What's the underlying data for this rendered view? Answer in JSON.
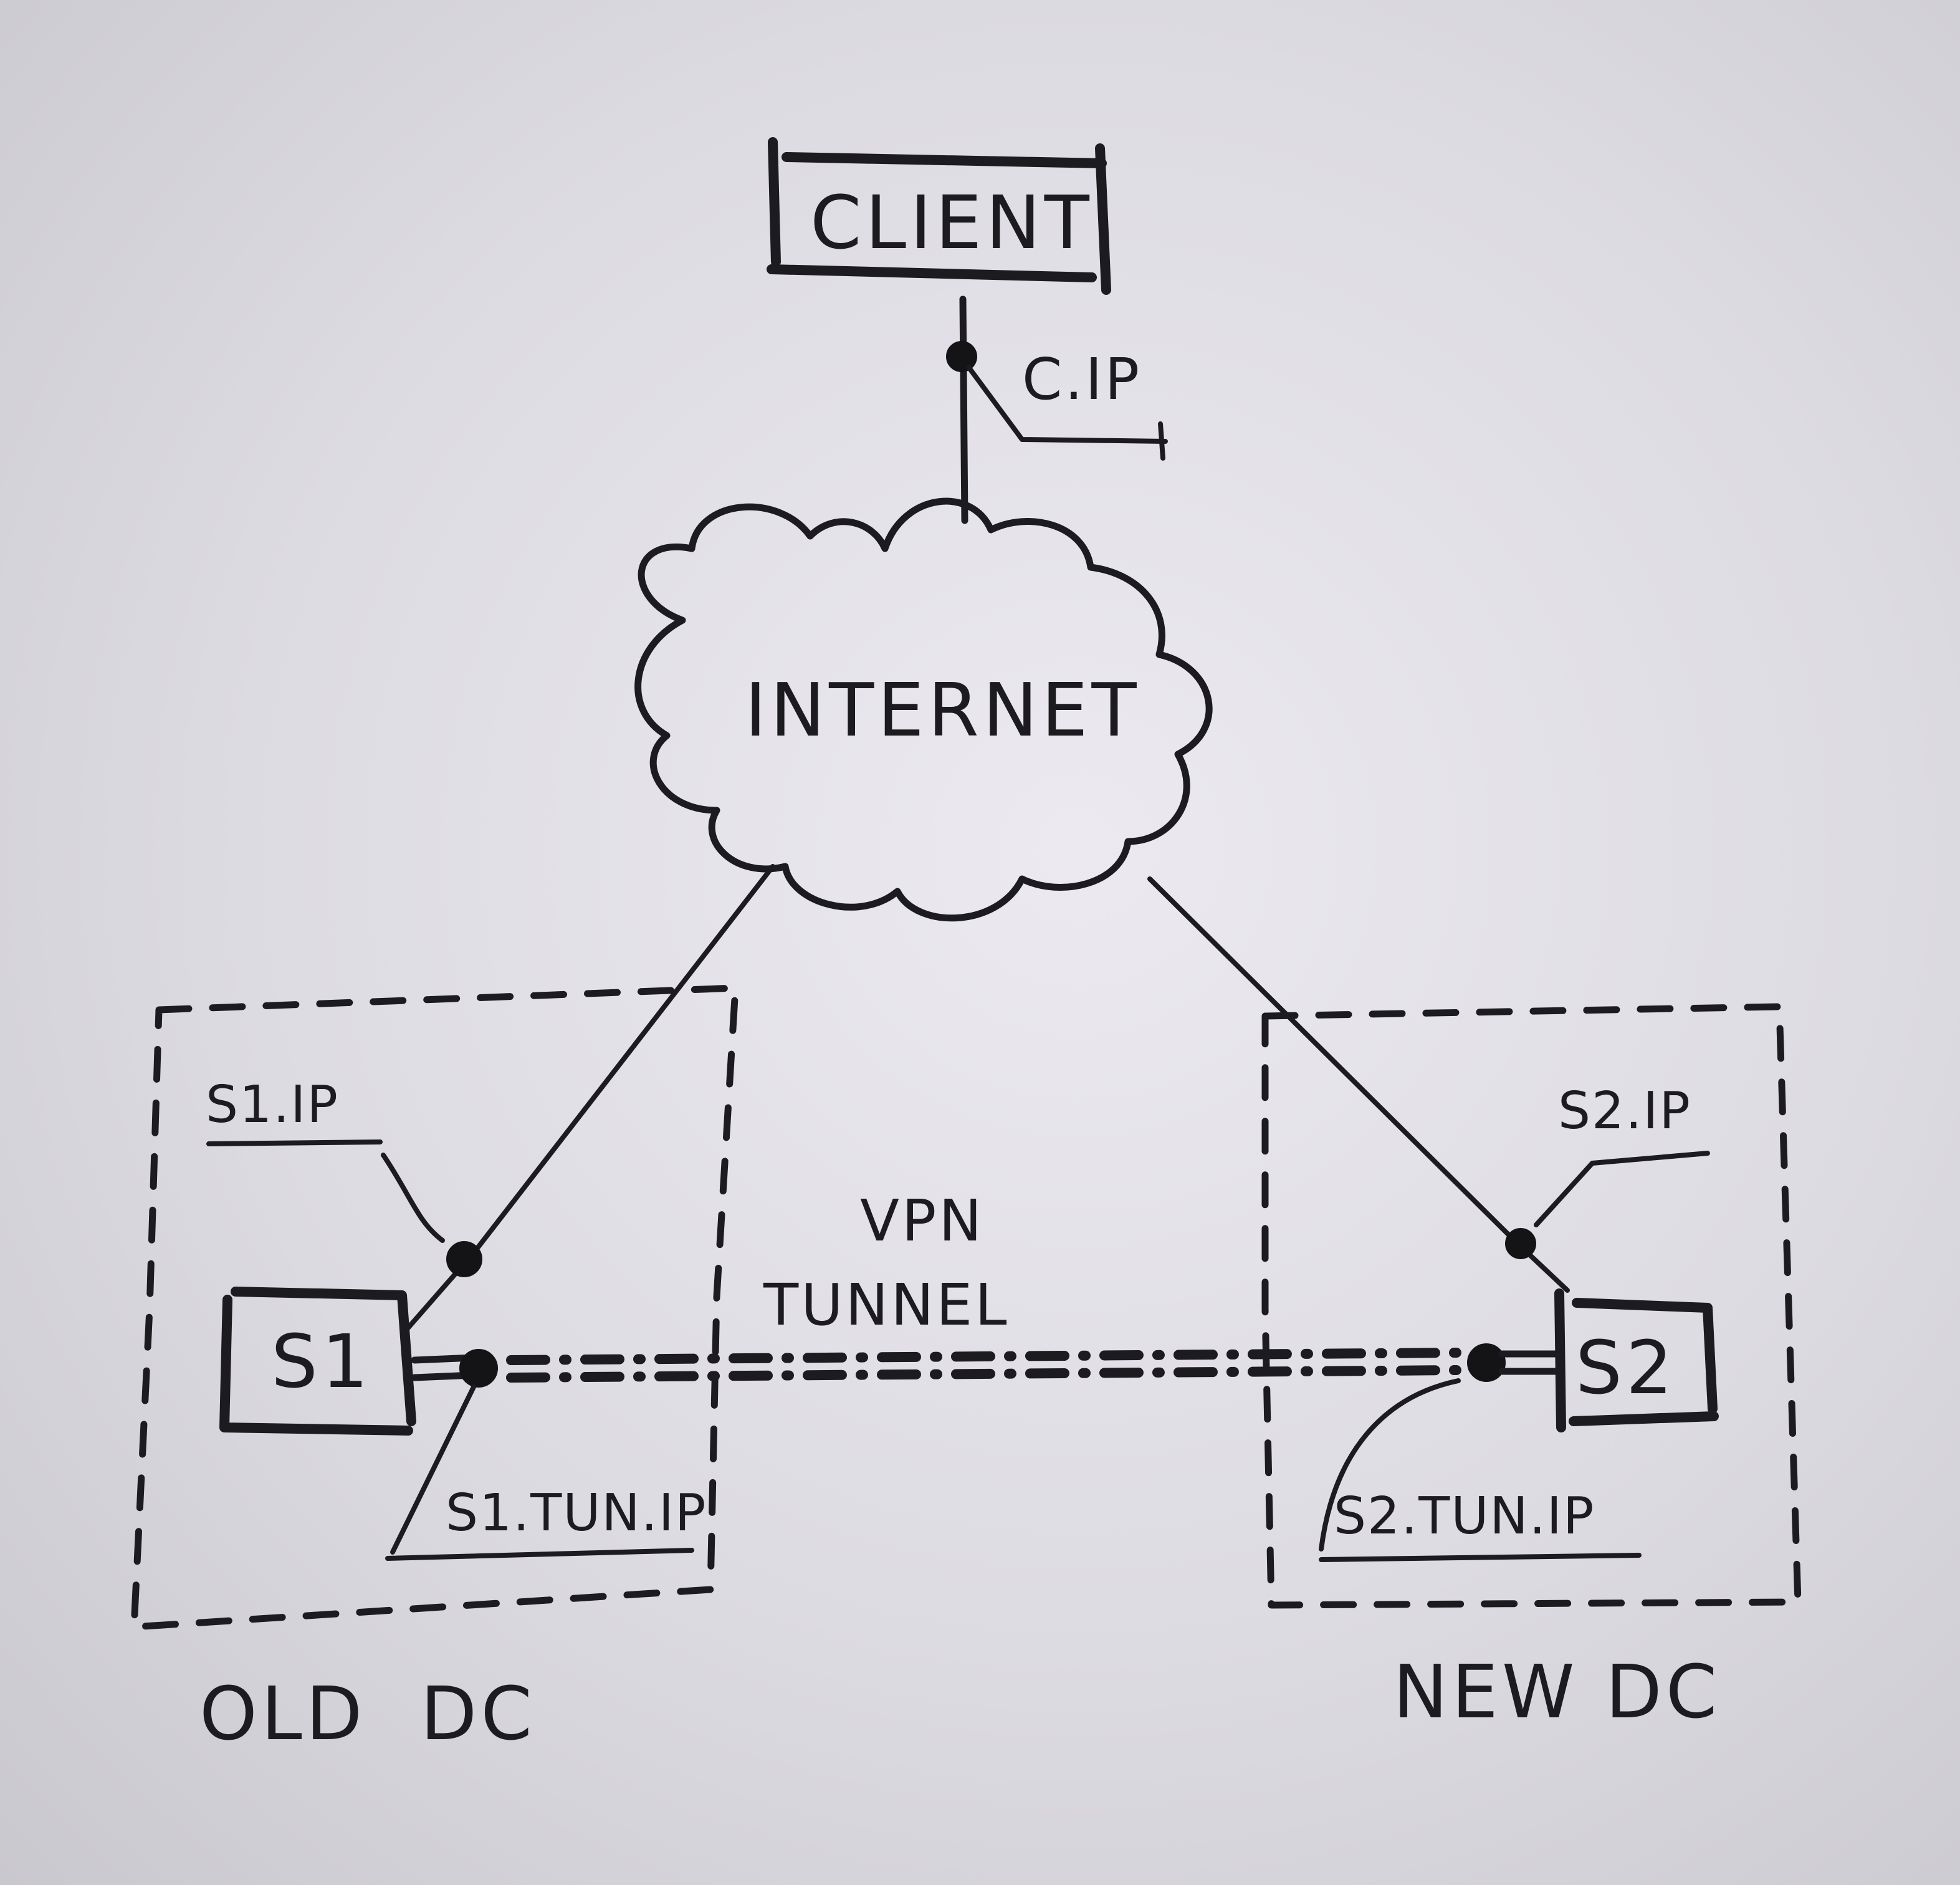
{
  "diagram": {
    "type": "network-topology",
    "style": "hand-drawn",
    "nodes": {
      "client": {
        "label": "CLIENT"
      },
      "internet": {
        "label": "INTERNET"
      },
      "s1": {
        "label": "S1"
      },
      "s2": {
        "label": "S2"
      }
    },
    "interfaces": {
      "client_ip": {
        "label": "C.IP"
      },
      "s1_ip": {
        "label": "S1.IP"
      },
      "s1_tun_ip": {
        "label": "S1.TUN.IP"
      },
      "s2_ip": {
        "label": "S2.IP"
      },
      "s2_tun_ip": {
        "label": "S2.TUN.IP"
      }
    },
    "zones": {
      "old_dc": {
        "label": "OLD  DC"
      },
      "new_dc": {
        "label": "NEW DC"
      }
    },
    "tunnel": {
      "label_line1": "VPN",
      "label_line2": "TUNNEL"
    },
    "edges": [
      {
        "from": "client",
        "to": "internet",
        "via": "C.IP"
      },
      {
        "from": "internet",
        "to": "s1",
        "via": "S1.IP"
      },
      {
        "from": "internet",
        "to": "s2",
        "via": "S2.IP"
      },
      {
        "from": "s1",
        "to": "s2",
        "via": "VPN TUNNEL",
        "endpoints": [
          "S1.TUN.IP",
          "S2.TUN.IP"
        ]
      }
    ]
  }
}
